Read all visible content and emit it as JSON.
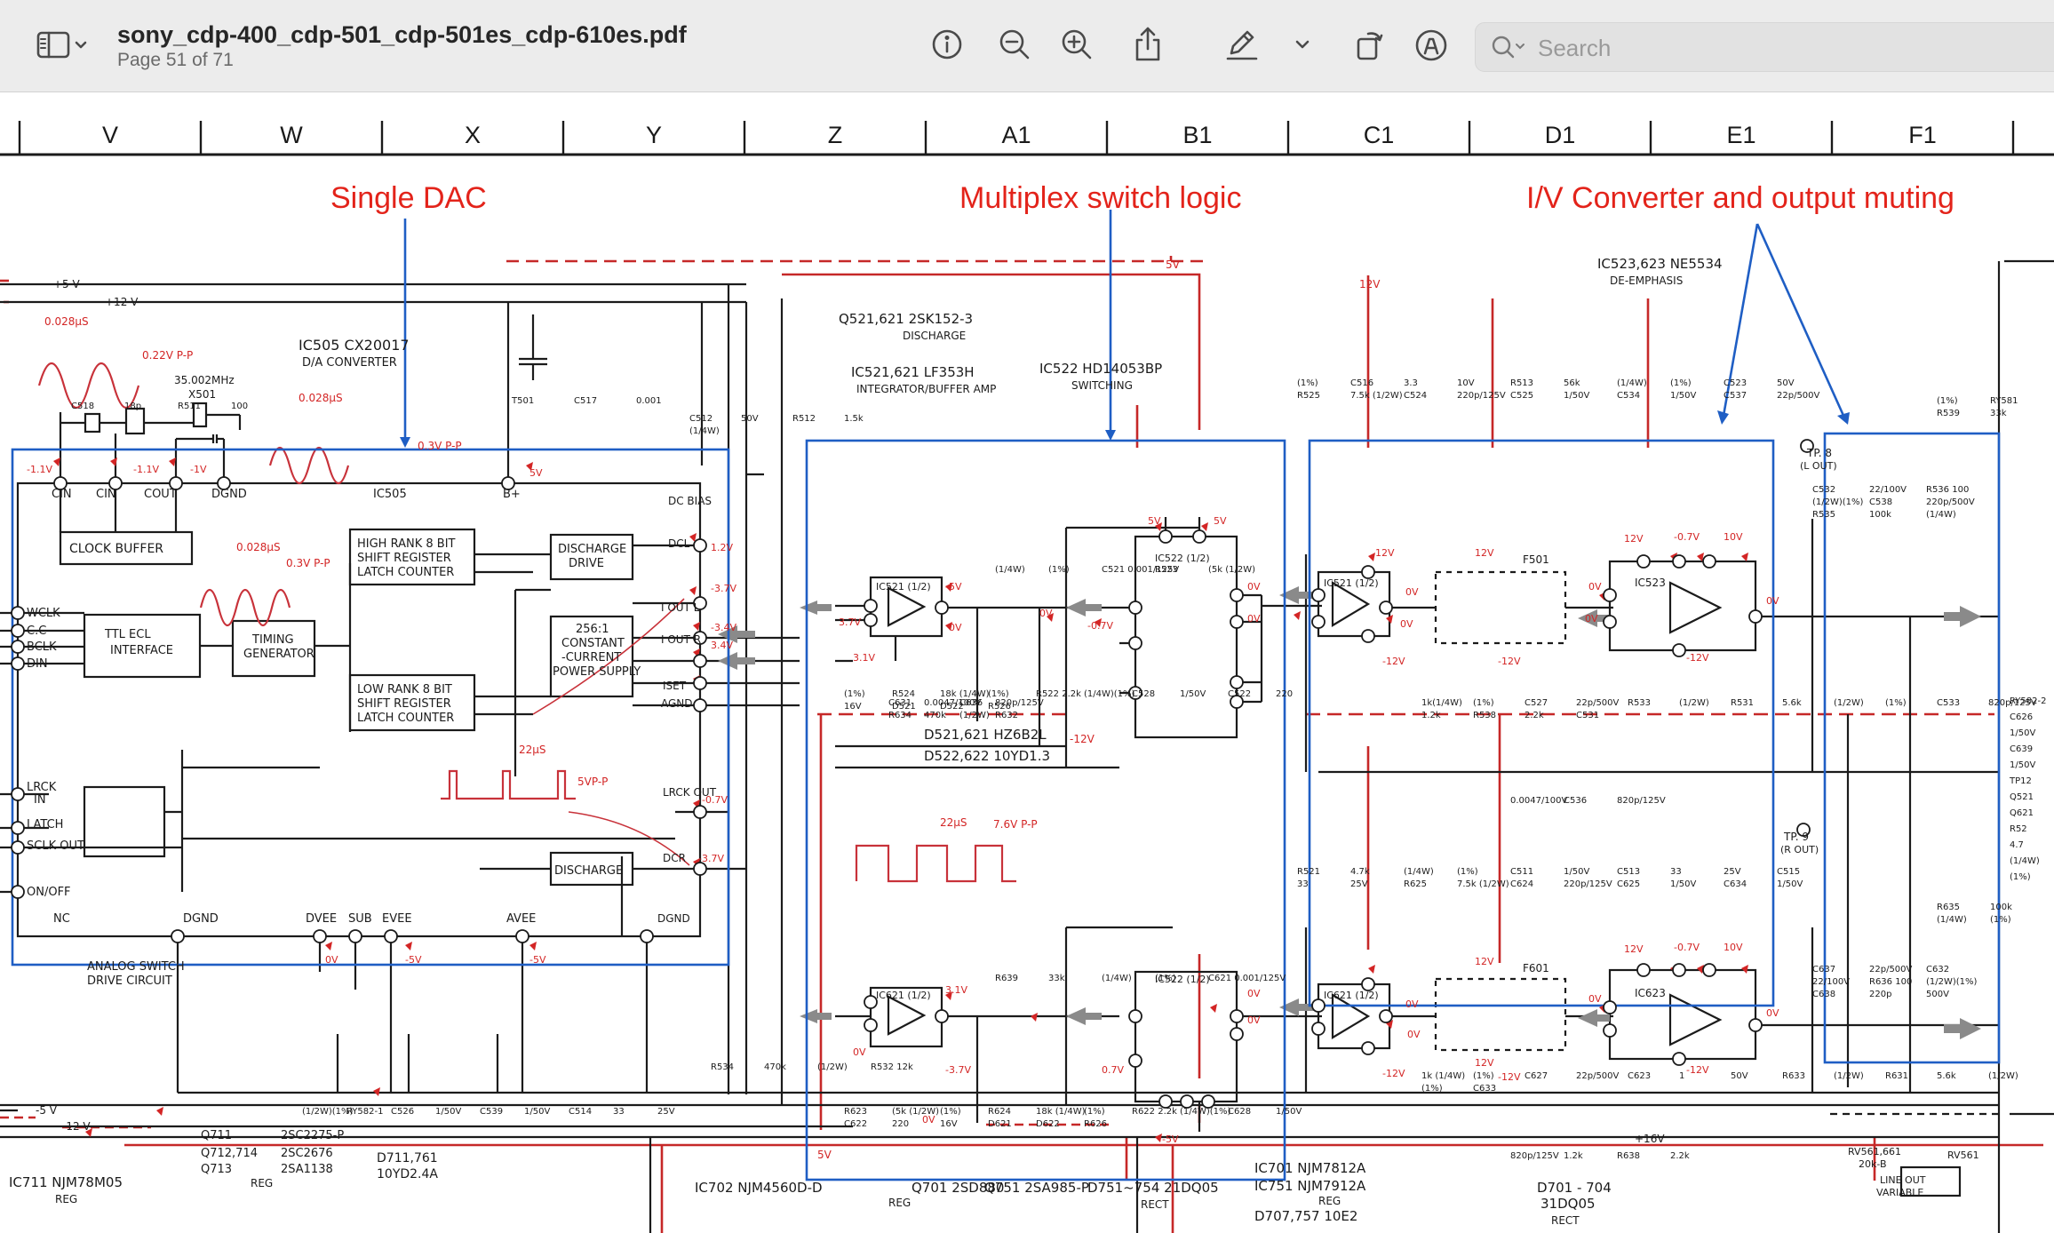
{
  "toolbar": {
    "file_name": "sony_cdp-400_cdp-501_cdp-501es_cdp-610es.pdf",
    "page_info": "Page 51 of 71",
    "search_placeholder": "Search"
  },
  "grid_columns": [
    "V",
    "W",
    "X",
    "Y",
    "Z",
    "A1",
    "B1",
    "C1",
    "D1",
    "E1",
    "F1"
  ],
  "annotations": {
    "single_dac": "Single DAC",
    "multiplex": "Multiplex switch logic",
    "iv_converter": "I/V Converter and output muting"
  },
  "schematic": {
    "ic505": "IC505  CX20017",
    "ic505_desc": "D/A CONVERTER",
    "ic505_chip": "IC505",
    "clock_buffer": "CLOCK  BUFFER",
    "high_rank": [
      "HIGH RANK 8 BIT",
      "SHIFT REGISTER",
      "LATCH COUNTER"
    ],
    "low_rank": [
      "LOW RANK 8 BIT",
      "SHIFT REGISTER",
      "LATCH COUNTER"
    ],
    "ttl_ecl": [
      "TTL ECL",
      "INTERFACE"
    ],
    "timing": [
      "TIMING",
      "GENERATOR"
    ],
    "discharge_drive": [
      "DISCHARGE",
      "DRIVE"
    ],
    "constant_current": [
      "256:1",
      "CONSTANT",
      "-CURRENT",
      "POWER SUPPLY"
    ],
    "discharge": "DISCHARGE",
    "analog_switch": [
      "ANALOG SWITCH",
      "DRIVE CIRCUIT"
    ],
    "pins_left": [
      "WCLK",
      "C.C",
      "BCLK",
      "DIN",
      "LRCK",
      "IN",
      "LATCH",
      "SCLK OUT",
      "ON/OFF",
      "NC"
    ],
    "pins_top": [
      "CIN",
      "CIN",
      "COUT",
      "DGND",
      "B+"
    ],
    "pins_right": [
      "DC BIAS",
      "DCL",
      "I OUT L",
      "I OUT R",
      "ISET",
      "AGND",
      "LRCK OUT",
      "DCR",
      "DGND"
    ],
    "pins_bottom": [
      "DGND",
      "DVEE",
      "SUB",
      "EVEE",
      "AVEE"
    ],
    "q521": "Q521,621  2SK152-3",
    "q521_desc": "DISCHARGE",
    "ic521": "IC521,621  LF353H",
    "ic521_desc": "INTEGRATOR/BUFFER AMP",
    "ic522": "IC522  HD14053BP",
    "ic522_desc": "SWITCHING",
    "ic523": "IC523,623 NE5534",
    "ic523_desc": "DE-EMPHASIS",
    "d521": "D521,621   HZ6B2L",
    "d522": "D522,622   10YD1.3",
    "ic521_half": "IC521 (1/2)",
    "ic621_half": "IC621 (1/2)",
    "ic522_half": "IC522 (1/2)",
    "ic523_chip": "IC523",
    "ic623_chip": "IC623",
    "f501": "F501",
    "f601": "F601",
    "tp8": [
      "TP. 8",
      "(L OUT)"
    ],
    "tp9": [
      "TP. 9",
      "(R OUT)"
    ],
    "bottom_row": [
      "IC711 NJM78M05",
      "REG",
      "Q711",
      "Q712,714",
      "Q713",
      "2SC2275-P",
      "2SC2676",
      "2SA1138",
      "REG",
      "D711,761",
      "10YD2.4A",
      "IC702  NJM4560D-D",
      "REG",
      "Q701  2SD880",
      "Q751  2SA985-P",
      "D751~754  21DQ05",
      "RECT",
      "IC701   NJM7812A",
      "IC751   NJM7912A",
      "REG",
      "D707,757    10E2",
      "D701 - 704",
      "31DQ05",
      "RECT",
      "RV561,661",
      "20k-B",
      "LINE OUT",
      "VARIABLE",
      "RV561"
    ],
    "rails": [
      "+5 V",
      "+12 V",
      "-5 V",
      "-12 V",
      "5V",
      "12V",
      "-12V",
      "5V",
      "+16V"
    ],
    "waveform_labels": [
      "0.028μS",
      "0.22V P-P",
      "35.002MHz",
      "X501",
      "0.028μS",
      "0.3V P-P",
      "0.028μS",
      "0.3V P-P",
      "22μS",
      "5VP-P",
      "22μS",
      "7.6V P-P"
    ],
    "components": [
      "C518",
      "18p",
      "R511",
      "100",
      "T501",
      "C517",
      "0.001",
      "C512",
      "50V",
      "R512",
      "1.5k",
      "(1/4W)",
      "(1%)",
      "C516",
      "3.3",
      "10V",
      "R513",
      "56k",
      "(1/4W)",
      "(1%)",
      "C523",
      "50V",
      "R525",
      "7.5k (1/2W)",
      "C524",
      "220p/125V",
      "C525",
      "1/50V",
      "C534",
      "1/50V",
      "C537",
      "22p/500V",
      "C532",
      "22/100V",
      "R536 100",
      "(1/2W)(1%)",
      "C538",
      "220p/500V",
      "R535",
      "100k",
      "(1/4W)",
      "(1%)",
      "RY581",
      "R539",
      "33k",
      "(1/4W)",
      "(1%)",
      "C521 0.001/125V",
      "R523",
      "(5k (1/2W)",
      "(1%)",
      "R524",
      "18k (1/4W)",
      "(1%)",
      "R522 2.2k",
      "(1/4W)(1%)",
      "C528",
      "1/50V",
      "C522",
      "220",
      "16V",
      "D521",
      "D522",
      "R526",
      "1k(1/4W)",
      "(1%)",
      "C527",
      "22p/500V",
      "R533",
      "(1/2W)",
      "R531",
      "5.6k",
      "(1/2W)",
      "(1%)",
      "C533",
      "820p/125V",
      "1.2k",
      "R538",
      "2.2k",
      "C531",
      "0.0047/100V",
      "C536",
      "820p/125V",
      "R534",
      "470k",
      "(1/2W)",
      "R532 12k",
      "(1/2W)(1%)",
      "RY582-1",
      "C526",
      "1/50V",
      "C539",
      "1/50V",
      "C514",
      "33",
      "25V",
      "R521",
      "4.7k",
      "(1/4W)",
      "(1%)",
      "C511",
      "1/50V",
      "C513",
      "33",
      "25V",
      "C515",
      "33",
      "25V",
      "R625",
      "7.5k (1/2W)",
      "C624",
      "220p/125V",
      "C625",
      "1/50V",
      "C634",
      "1/50V",
      "C637",
      "22p/500V",
      "C632",
      "22/100V",
      "R636 100",
      "(1/2W)(1%)",
      "C638",
      "220p",
      "500V",
      "R635",
      "100k",
      "(1/4W)",
      "(1%)",
      "R639",
      "33k",
      "(1/4W)",
      "(1%)",
      "C621 0.001/125V",
      "R623",
      "(5k (1/2W)",
      "(1%)",
      "R624",
      "18k (1/4W)",
      "(1%)",
      "R622 2.2k",
      "(1/4W)(1%)",
      "C628",
      "1/50V",
      "C622",
      "220",
      "16V",
      "D621",
      "D622",
      "R626",
      "1k (1/4W)",
      "(1%)",
      "C627",
      "22p/500V",
      "C623",
      "1",
      "50V",
      "R633",
      "(1/2W)",
      "R631",
      "5.6k",
      "(1/2W)",
      "(1%)",
      "C633",
      "820p/125V",
      "1.2k",
      "R638",
      "2.2k",
      "C631",
      "0.0047/100V",
      "C636",
      "820p/125V",
      "R634",
      "470k",
      "(1/2W)",
      "R632",
      "RY582-2",
      "C626",
      "1/50V",
      "C639",
      "1/50V",
      "TP12",
      "Q521",
      "Q621",
      "R52",
      "4.7",
      "(1/4W)",
      "(1%)"
    ],
    "voltages": [
      "-1.1V",
      "-1.1V",
      "-1V",
      "5V",
      "1.2V",
      "-3.7V",
      "-3.4V",
      "3.4V",
      "-0.7V",
      "-3.7V",
      "0V",
      "-5V",
      "-5V",
      "-5V",
      "3.1V",
      "0V",
      "3.7V",
      "0V",
      "-0.7V",
      "5V",
      "5V",
      "0V",
      "0V",
      "12V",
      "0V",
      "0V",
      "-12V",
      "12V",
      "-12V",
      "12V",
      "-0.7V",
      "10V",
      "0V",
      "0V",
      "0V",
      "-12V",
      "3.1V",
      "0V",
      "-3.7V",
      "0V",
      "0.7V",
      "-5V",
      "0V",
      "0V",
      "12V",
      "0V",
      "0V",
      "-12V",
      "12V",
      "-12V",
      "12V",
      "-0.7V",
      "10V",
      "0V",
      "0V",
      "-12V"
    ]
  },
  "colors": {
    "annotation": "#e3231a",
    "box": "#1f5ec4",
    "ink": "#1b1b1b",
    "red_rail": "#c62828",
    "toolbar_bg": "#ececec"
  },
  "icons": [
    "sidebar-icon",
    "chevron-down-icon",
    "info-icon",
    "zoom-out-icon",
    "zoom-in-icon",
    "share-icon",
    "markup-pen-icon",
    "chevron-down-icon",
    "rotate-icon",
    "markup-circle-icon",
    "search-icon"
  ]
}
